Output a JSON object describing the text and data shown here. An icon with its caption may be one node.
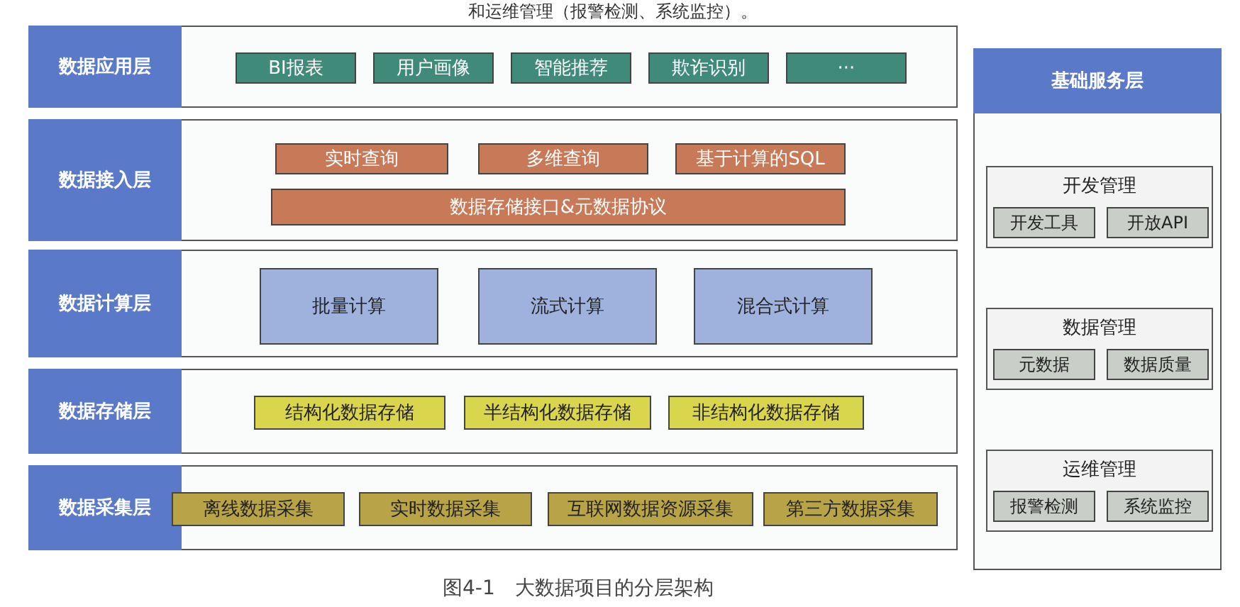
{
  "diagram": {
    "caption": "图4-1　大数据项目的分层架构",
    "nodes": [
      {
        "text": [
          "数据应用层"
        ]
      },
      {
        "text": [
          "BI报表"
        ],
        "in": 0
      },
      {
        "text": [
          "用户画像"
        ],
        "in": 0
      },
      {
        "text": [
          "智能推荐"
        ],
        "in": 0
      },
      {
        "text": [
          "欺诈识别"
        ],
        "in": 0
      },
      {
        "text": [
          "···"
        ],
        "in": 0
      },
      {
        "text": [
          "数据接入层"
        ]
      },
      {
        "text": [
          "实时查询"
        ],
        "in": 6
      },
      {
        "text": [
          "多维查询"
        ],
        "in": 6
      },
      {
        "text": [
          "基于计算的SQL"
        ],
        "in": 6
      },
      {
        "text": [
          "数据存储接口&元数据协议"
        ],
        "in": 6
      },
      {
        "text": [
          "数据计算层"
        ]
      },
      {
        "text": [
          "批量计算"
        ],
        "in": 11
      },
      {
        "text": [
          "流式计算"
        ],
        "in": 11
      },
      {
        "text": [
          "混合式计算"
        ],
        "in": 11
      },
      {
        "text": [
          "数据存储层"
        ]
      },
      {
        "text": [
          "结构化数据存储"
        ],
        "in": 15
      },
      {
        "text": [
          "半结构化数据存储"
        ],
        "in": 15
      },
      {
        "text": [
          "非结构化数据存储"
        ],
        "in": 15
      },
      {
        "text": [
          "数据采集层"
        ]
      },
      {
        "text": [
          "离线数据采集"
        ],
        "in": 19
      },
      {
        "text": [
          "实时数据采集"
        ],
        "in": 19
      },
      {
        "text": [
          "互联网数据资源采集"
        ],
        "in": 19
      },
      {
        "text": [
          "第三方数据采集"
        ],
        "in": 19
      },
      {
        "text": [
          "基础服务层"
        ]
      },
      {
        "text": [
          "开发管理"
        ],
        "in": 24
      },
      {
        "text": [
          "开发工具"
        ],
        "in": 25
      },
      {
        "text": [
          "开放API"
        ],
        "in": 25
      },
      {
        "text": [
          "数据管理"
        ],
        "in": 24
      },
      {
        "text": [
          "元数据"
        ],
        "in": 28
      },
      {
        "text": [
          "数据质量"
        ],
        "in": 28
      },
      {
        "text": [
          "运维管理"
        ],
        "in": 24
      },
      {
        "text": [
          "报警检测"
        ],
        "in": 31
      },
      {
        "text": [
          "系统监控"
        ],
        "in": 31
      }
    ],
    "labels": [
      "和运维管理（报警检测、系统监控）。"
    ]
  }
}
